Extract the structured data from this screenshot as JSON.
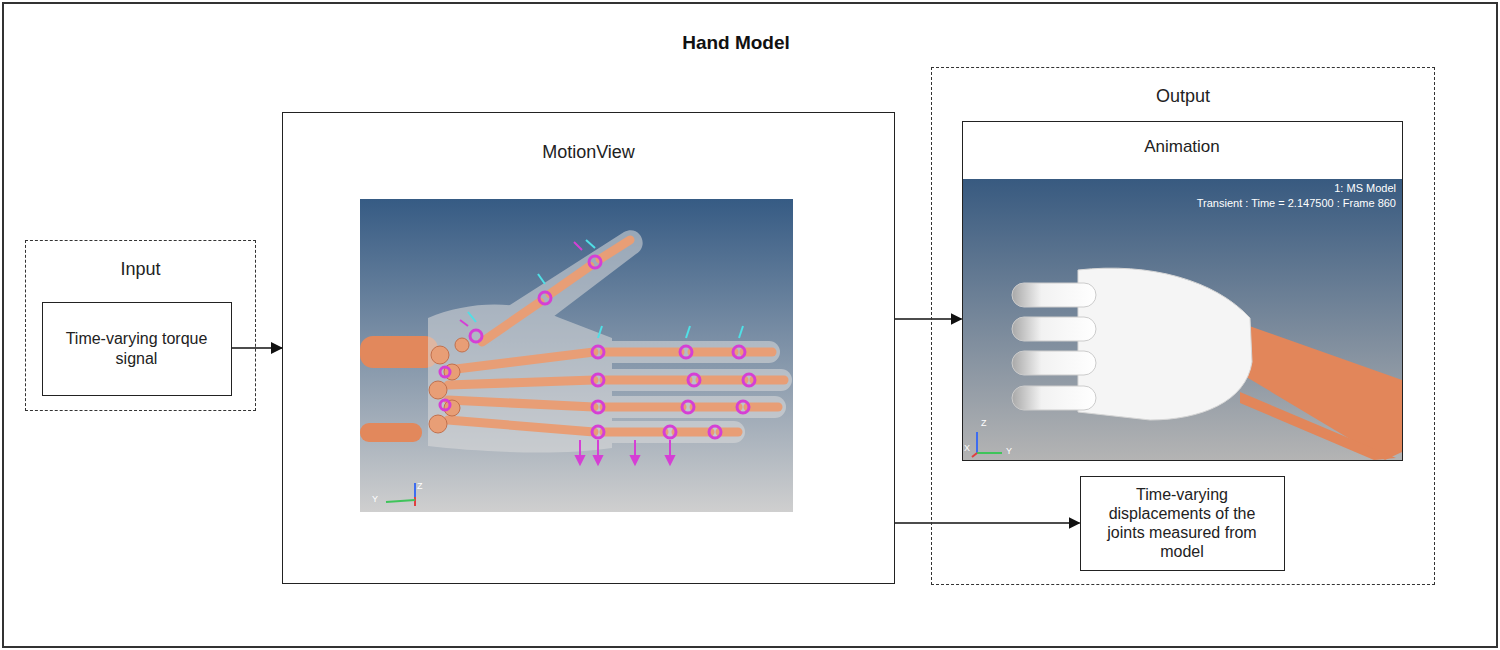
{
  "diagram": {
    "title": "Hand Model",
    "nodes": [
      {
        "text": [
          "Input"
        ]
      },
      {
        "text": [
          "Time-varying torque signal"
        ],
        "in": 0
      },
      {
        "text": [
          "MotionView"
        ]
      },
      {
        "text": [
          "Output"
        ]
      },
      {
        "text": [
          "Animation"
        ],
        "in": 3
      },
      {
        "text": [
          "Time-varying displacements of the joints measured from model"
        ],
        "in": 3
      }
    ],
    "edges": [
      {
        "from": 1,
        "to": 2,
        "arrow": "to"
      },
      {
        "from": 2,
        "to": 4,
        "arrow": "to"
      },
      {
        "from": 2,
        "to": 5,
        "arrow": "to"
      }
    ],
    "labels": [
      "Z",
      "Y",
      "1: MS Model",
      "Transient : Time = 2.147500 : Frame 860",
      "Z",
      "X",
      "Y"
    ]
  }
}
